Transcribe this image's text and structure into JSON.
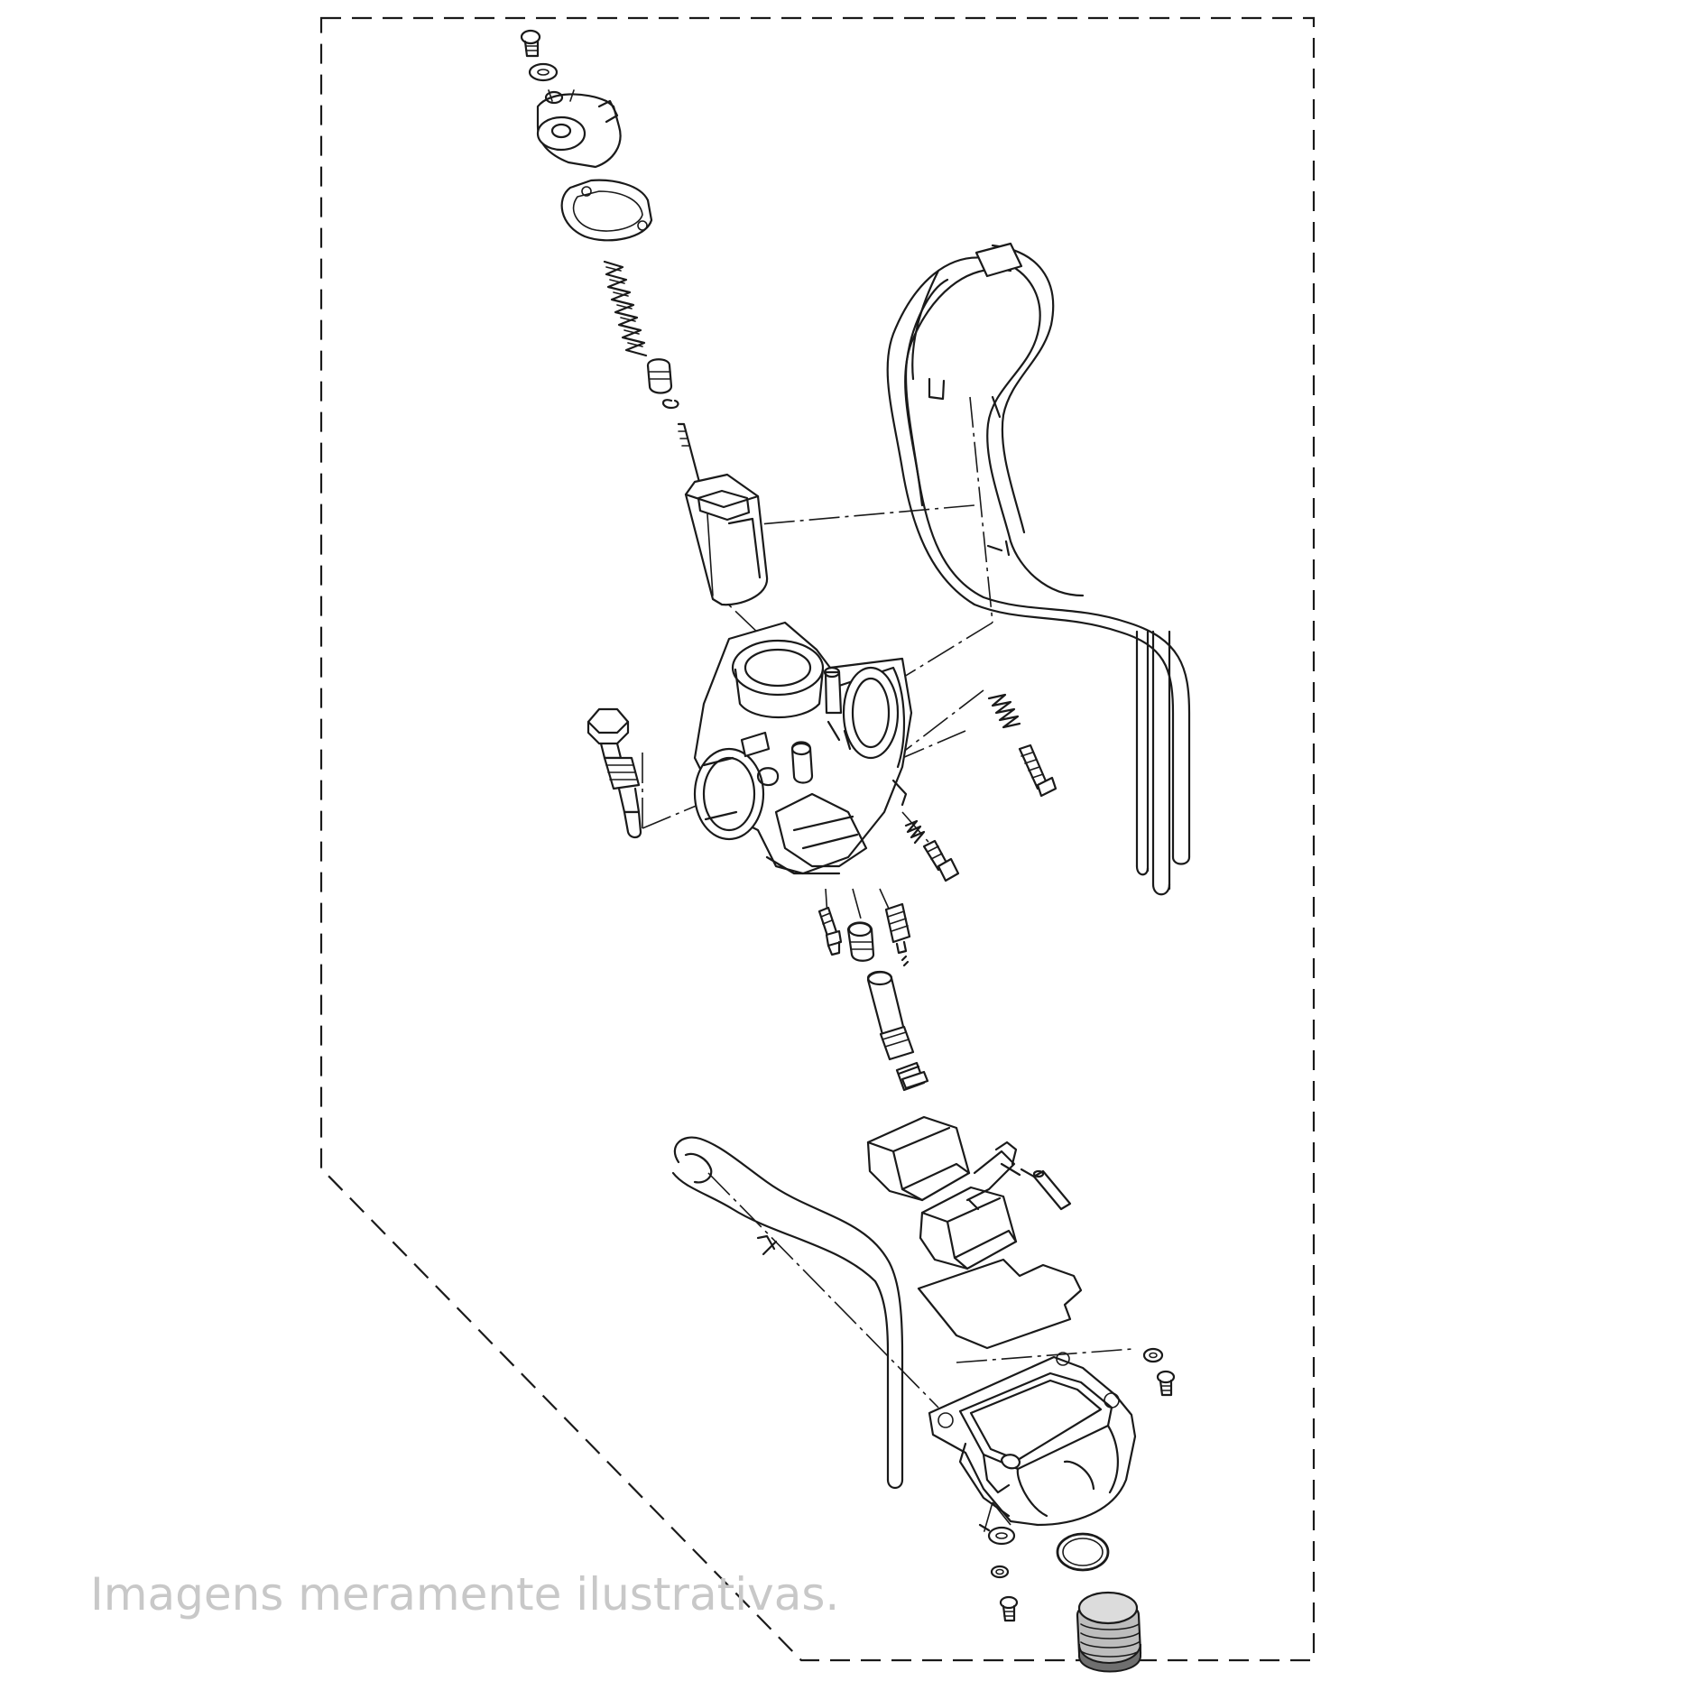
{
  "caption": "Imagens meramente ilustrativas.",
  "colors": {
    "line": "#1a1a1a",
    "caption": "#c8c8c8",
    "background": "#ffffff"
  },
  "parts": [
    "top-screw",
    "washer",
    "carburetor-cap",
    "cap-gasket",
    "throttle-spring",
    "needle-retainer",
    "needle-clip",
    "jet-needle",
    "throttle-slide",
    "breather-hose-upper",
    "carburetor-body",
    "choke-plunger",
    "idle-adjust-spring",
    "idle-adjust-screw",
    "air-screw-spring",
    "air-screw",
    "pilot-jet",
    "needle-jet-holder",
    "starter-jet",
    "main-jet-holder",
    "main-jet",
    "float",
    "float-pin",
    "float-valve-seat-plate",
    "breather-hose-lower",
    "float-bowl",
    "bowl-screws",
    "drain-plug-oring",
    "drain-plug",
    "drain-screw"
  ]
}
